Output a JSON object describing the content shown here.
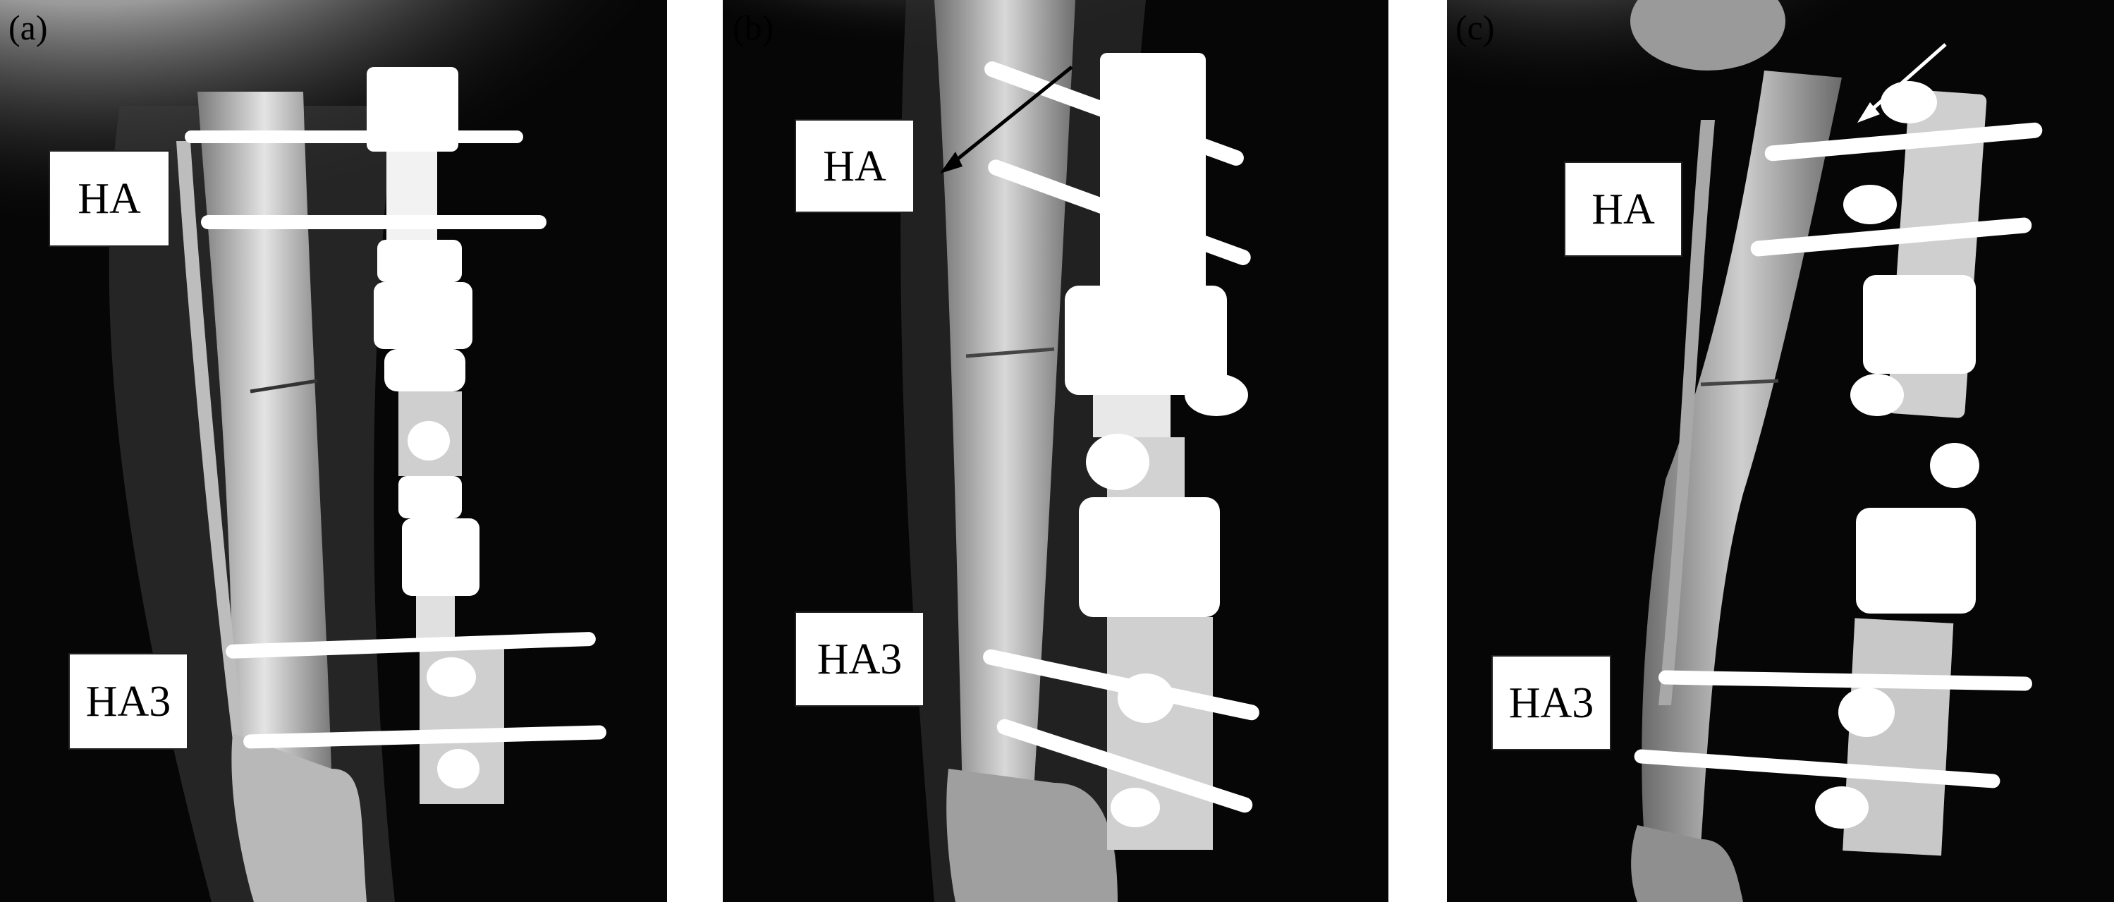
{
  "figure": {
    "panels": [
      {
        "id": "a",
        "label": "(a)",
        "markers": [
          "HA",
          "HA3"
        ]
      },
      {
        "id": "b",
        "label": "(b)",
        "markers": [
          "HA",
          "HA3"
        ]
      },
      {
        "id": "c",
        "label": "(c)",
        "markers": [
          "HA",
          "HA3"
        ]
      }
    ]
  },
  "colors": {
    "background": "#050505",
    "bone": "#cfcfcf",
    "implant": "#ffffff",
    "label_box": "#ffffff"
  }
}
